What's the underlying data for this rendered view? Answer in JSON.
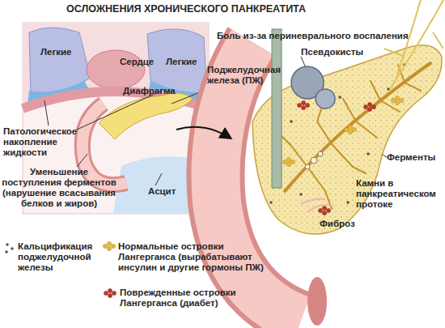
{
  "diagram": {
    "title": "ОСЛОЖНЕНИЯ ХРОНИЧЕСКОГО ПАНКРЕАТИТА",
    "labels": [
      "Легкие",
      "Сердце",
      "Легкие",
      "Поджелудочная железа (ПЖ)",
      "Диафрагма",
      "Патологическое накопление жидкости",
      "Уменьшение поступления ферментов (нарушение всасывания белков и жиров)",
      "Асцит",
      "Боль из-за периневрального воспаления",
      "Псевдокисты",
      "Ферменты",
      "Камни в панкреатическом протоке",
      "Фиброз"
    ],
    "legend": [
      {
        "text": "Кальцификация поджелудочной железы"
      },
      {
        "text": "Нормальные островки Лангерганса (вырабатывают инсулин и другие гормоны ПЖ)"
      },
      {
        "text": "Поврежденные островки Лангерганса (диабет)"
      }
    ]
  }
}
